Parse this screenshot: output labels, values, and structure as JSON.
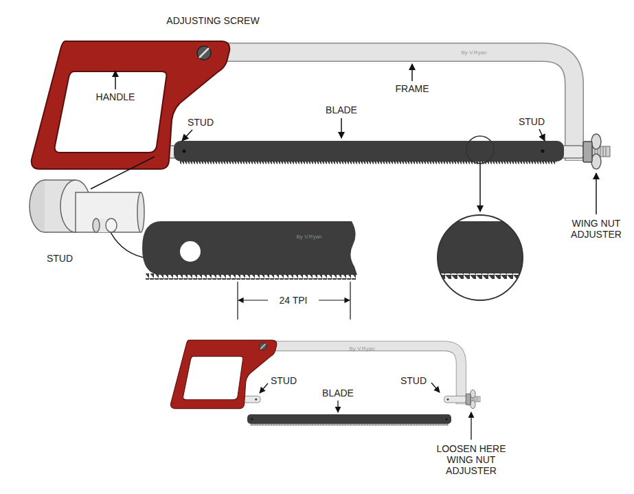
{
  "diagram": {
    "labels": [
      "ADJUSTING SCREW",
      "By V.Ryan",
      "HANDLE",
      "FRAME",
      "STUD",
      "BLADE",
      "STUD",
      "STUD",
      "By V.Ryan",
      "24 TPI",
      "WING NUT ADJUSTER",
      "By V.Ryan",
      "STUD",
      "BLADE",
      "STUD",
      "LOOSEN HERE WING NUT ADJUSTER"
    ]
  }
}
